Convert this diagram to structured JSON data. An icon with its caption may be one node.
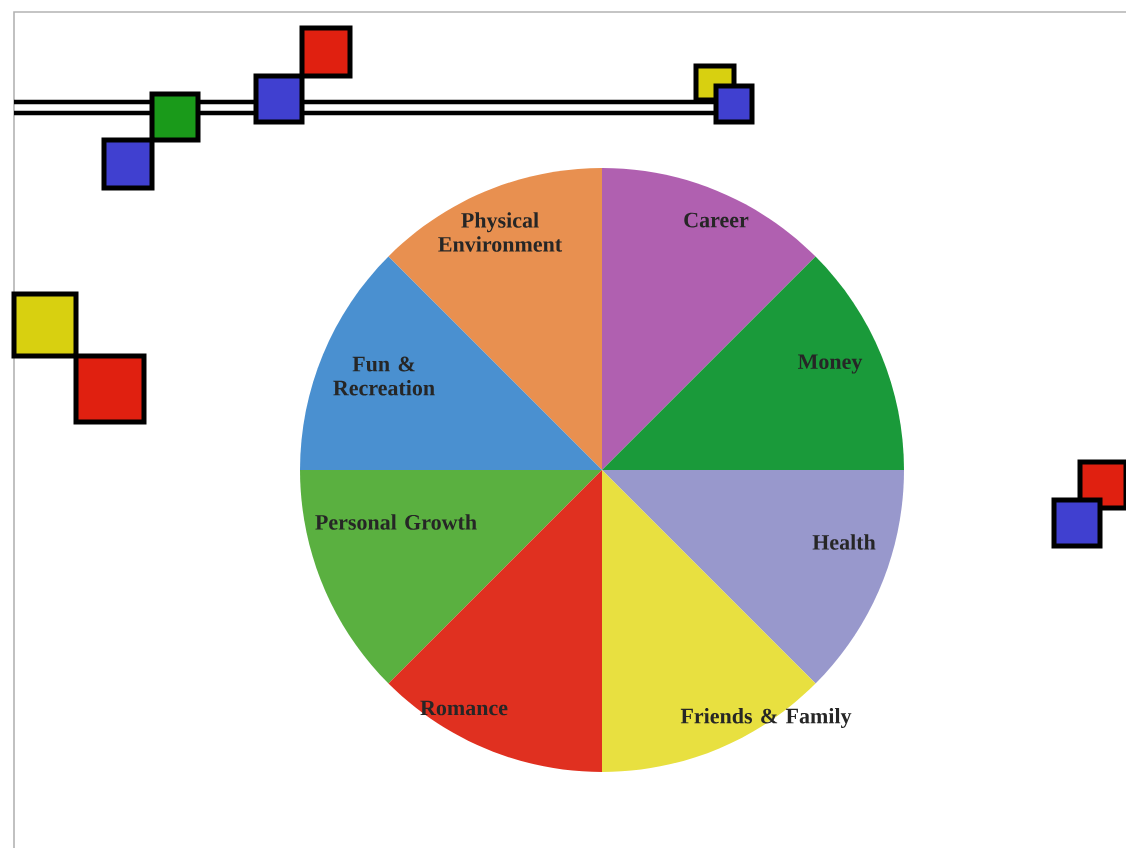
{
  "diagram": {
    "nodes": [
      {
        "text": [
          "Physical Environment"
        ]
      },
      {
        "text": [
          "Career"
        ]
      },
      {
        "text": [
          "Fun & Recreation"
        ]
      },
      {
        "text": [
          "Money"
        ]
      },
      {
        "text": [
          "Personal Growth"
        ]
      },
      {
        "text": [
          "Health"
        ]
      },
      {
        "text": [
          "Romance"
        ]
      },
      {
        "text": [
          "Friends & Family"
        ]
      }
    ]
  }
}
